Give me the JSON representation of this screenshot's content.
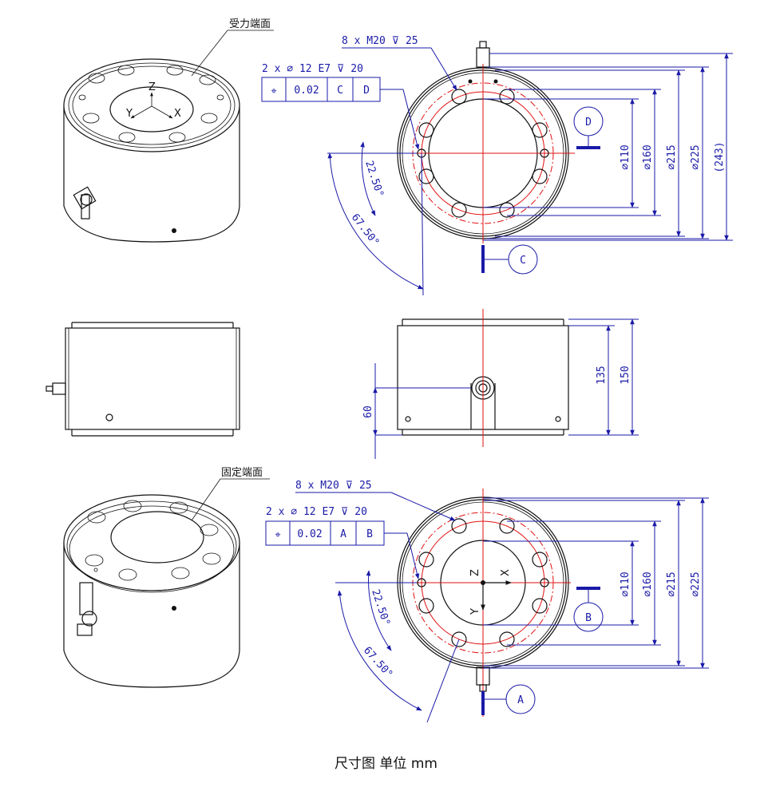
{
  "caption": "尺寸图  单位 mm",
  "iso_top": {
    "label": "受力端面",
    "axis_labels": [
      "Z",
      "X",
      "Y"
    ]
  },
  "iso_bottom": {
    "label": "固定端面"
  },
  "top_view": {
    "thread_note": "8 x  M20 ⊽ 25",
    "pin_note": "2 x  ⌀  12 E7 ⊽  20",
    "fcf": {
      "symbol": "⌖",
      "tolerance": "0.02",
      "datum1": "C",
      "datum2": "D"
    },
    "angle1": "22.50°",
    "angle2": "67.50°",
    "datum_d": "D",
    "datum_c": "C",
    "dims": [
      "⌀110",
      "⌀160",
      "⌀215",
      "⌀225",
      "(243)"
    ]
  },
  "side_view": {
    "dims": [
      "135",
      "150",
      "60"
    ]
  },
  "bottom_view": {
    "thread_note": "8 x  M20 ⊽ 25",
    "pin_note": "2 x  ⌀  12 E7 ⊽  20",
    "fcf": {
      "symbol": "⌖",
      "tolerance": "0.02",
      "datum1": "A",
      "datum2": "B"
    },
    "angle1": "22.50°",
    "angle2": "67.50°",
    "datum_b": "B",
    "datum_a": "A",
    "axis_labels": [
      "Z",
      "X",
      "Y"
    ],
    "dims": [
      "⌀110",
      "⌀160",
      "⌀215",
      "⌀225"
    ]
  },
  "colors": {
    "dimension": "#1a1aa8",
    "centerline": "#e01010",
    "outline": "#111111"
  }
}
